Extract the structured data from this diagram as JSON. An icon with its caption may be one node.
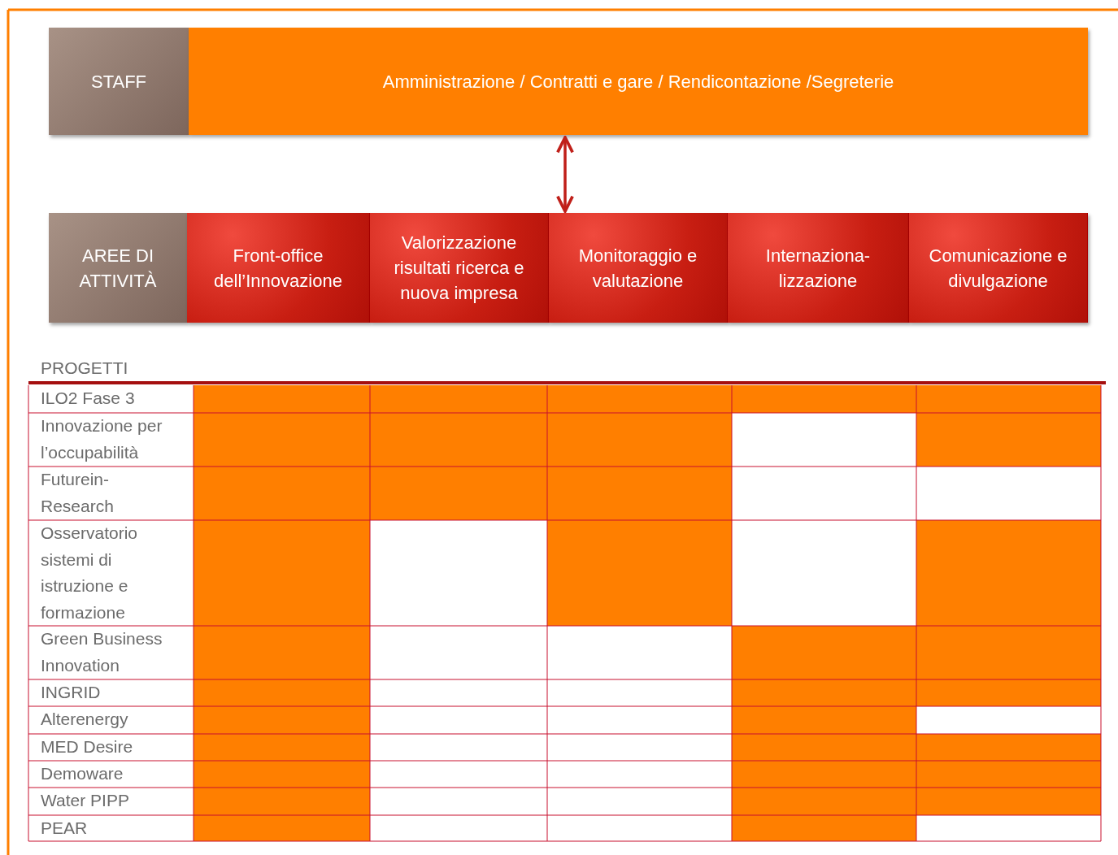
{
  "diagram": {
    "nodes": [
      {
        "text": [
          "STAFF"
        ]
      },
      {
        "text": [
          "Amministrazione / Contratti e gare / Rendicontazione /Segreterie"
        ]
      },
      {
        "text": [
          "AREE DI ATTIVITÀ"
        ]
      },
      {
        "text": [
          "Front-office dell’Innovazione"
        ]
      },
      {
        "text": [
          "Valorizzazione risultati ricerca e nuova impresa"
        ]
      },
      {
        "text": [
          "Monitoraggio e valutazione"
        ]
      },
      {
        "text": [
          "Internaziona- lizzazione"
        ]
      },
      {
        "text": [
          "Comunicazione e divulgazione"
        ]
      },
      {
        "text": [],
        "shape": "box"
      },
      {
        "text": [],
        "shape": "box"
      },
      {
        "text": [],
        "shape": "box"
      },
      {
        "text": [],
        "shape": "box"
      },
      {
        "text": [],
        "shape": "box"
      },
      {
        "text": [],
        "shape": "box"
      },
      {
        "text": [],
        "shape": "box"
      },
      {
        "text": [],
        "shape": "box"
      },
      {
        "text": [],
        "shape": "box"
      },
      {
        "text": [],
        "shape": "box"
      },
      {
        "text": [],
        "shape": "box"
      },
      {
        "text": [],
        "shape": "box"
      },
      {
        "text": [],
        "shape": "box"
      },
      {
        "text": [],
        "shape": "box"
      },
      {
        "text": [],
        "shape": "box"
      },
      {
        "text": [],
        "shape": "box"
      },
      {
        "text": [],
        "shape": "box"
      },
      {
        "text": [],
        "shape": "box"
      },
      {
        "text": [],
        "shape": "box"
      },
      {
        "text": [],
        "shape": "box"
      },
      {
        "text": [],
        "shape": "box"
      },
      {
        "text": [],
        "shape": "box"
      },
      {
        "text": [],
        "shape": "box"
      },
      {
        "text": [],
        "shape": "box"
      },
      {
        "text": [],
        "shape": "box"
      },
      {
        "text": [],
        "shape": "box"
      },
      {
        "text": [],
        "shape": "box"
      },
      {
        "text": [],
        "shape": "box"
      },
      {
        "text": [],
        "shape": "box"
      },
      {
        "text": [],
        "shape": "box"
      },
      {
        "text": [],
        "shape": "box"
      },
      {
        "text": [],
        "shape": "box"
      },
      {
        "text": [],
        "shape": "box"
      },
      {
        "text": [],
        "shape": "box"
      }
    ],
    "edges": [
      {
        "from": 1,
        "to": 5,
        "arrow": "both",
        "color": "#c0201a"
      }
    ],
    "labels": [
      "PROGETTI",
      "ILO2 Fase 3",
      "Innovazione per l’occupabilità",
      "Futurein- Research",
      "Osservatorio sistemi di istruzione e formazione",
      "Green Business Innovation",
      "INGRID",
      "Alterenergy",
      "MED Desire",
      "Demoware",
      "Water PIPP",
      "PEAR"
    ]
  }
}
